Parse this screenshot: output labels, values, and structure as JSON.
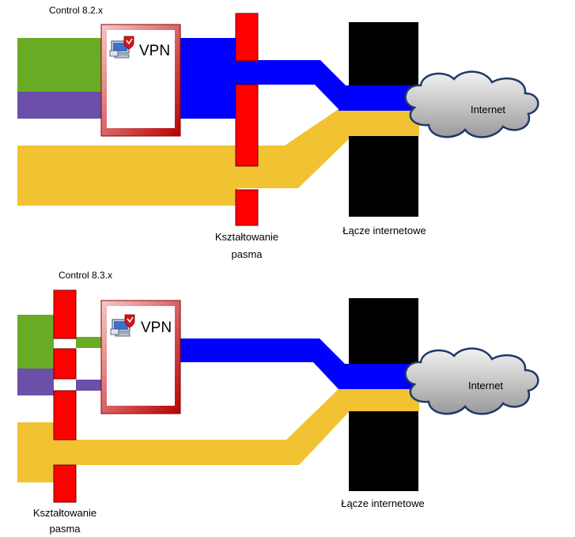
{
  "diagrams": [
    {
      "version_label": "Control 8.2.x",
      "vpn_label": "VPN",
      "shaping_label_line1": "Kształtowanie",
      "shaping_label_line2": "pasma",
      "link_label": "Łącze internetowe",
      "internet_label": "Internet"
    },
    {
      "version_label": "Control 8.3.x",
      "vpn_label": "VPN",
      "shaping_label_line1": "Kształtowanie",
      "shaping_label_line2": "pasma",
      "link_label": "Łącze internetowe",
      "internet_label": "Internet"
    }
  ],
  "colors": {
    "green": "#6aab25",
    "purple": "#6b4fa8",
    "yellow": "#f1c232",
    "blue": "#0000ff",
    "red": "#ff0000",
    "black": "#000000",
    "vpn_border": "#c0000a",
    "cloud_fill": "#d9d9d9",
    "cloud_stroke": "#1f3a66"
  },
  "icons": [
    "vpn-computer-shield-icon",
    "internet-cloud-icon"
  ]
}
